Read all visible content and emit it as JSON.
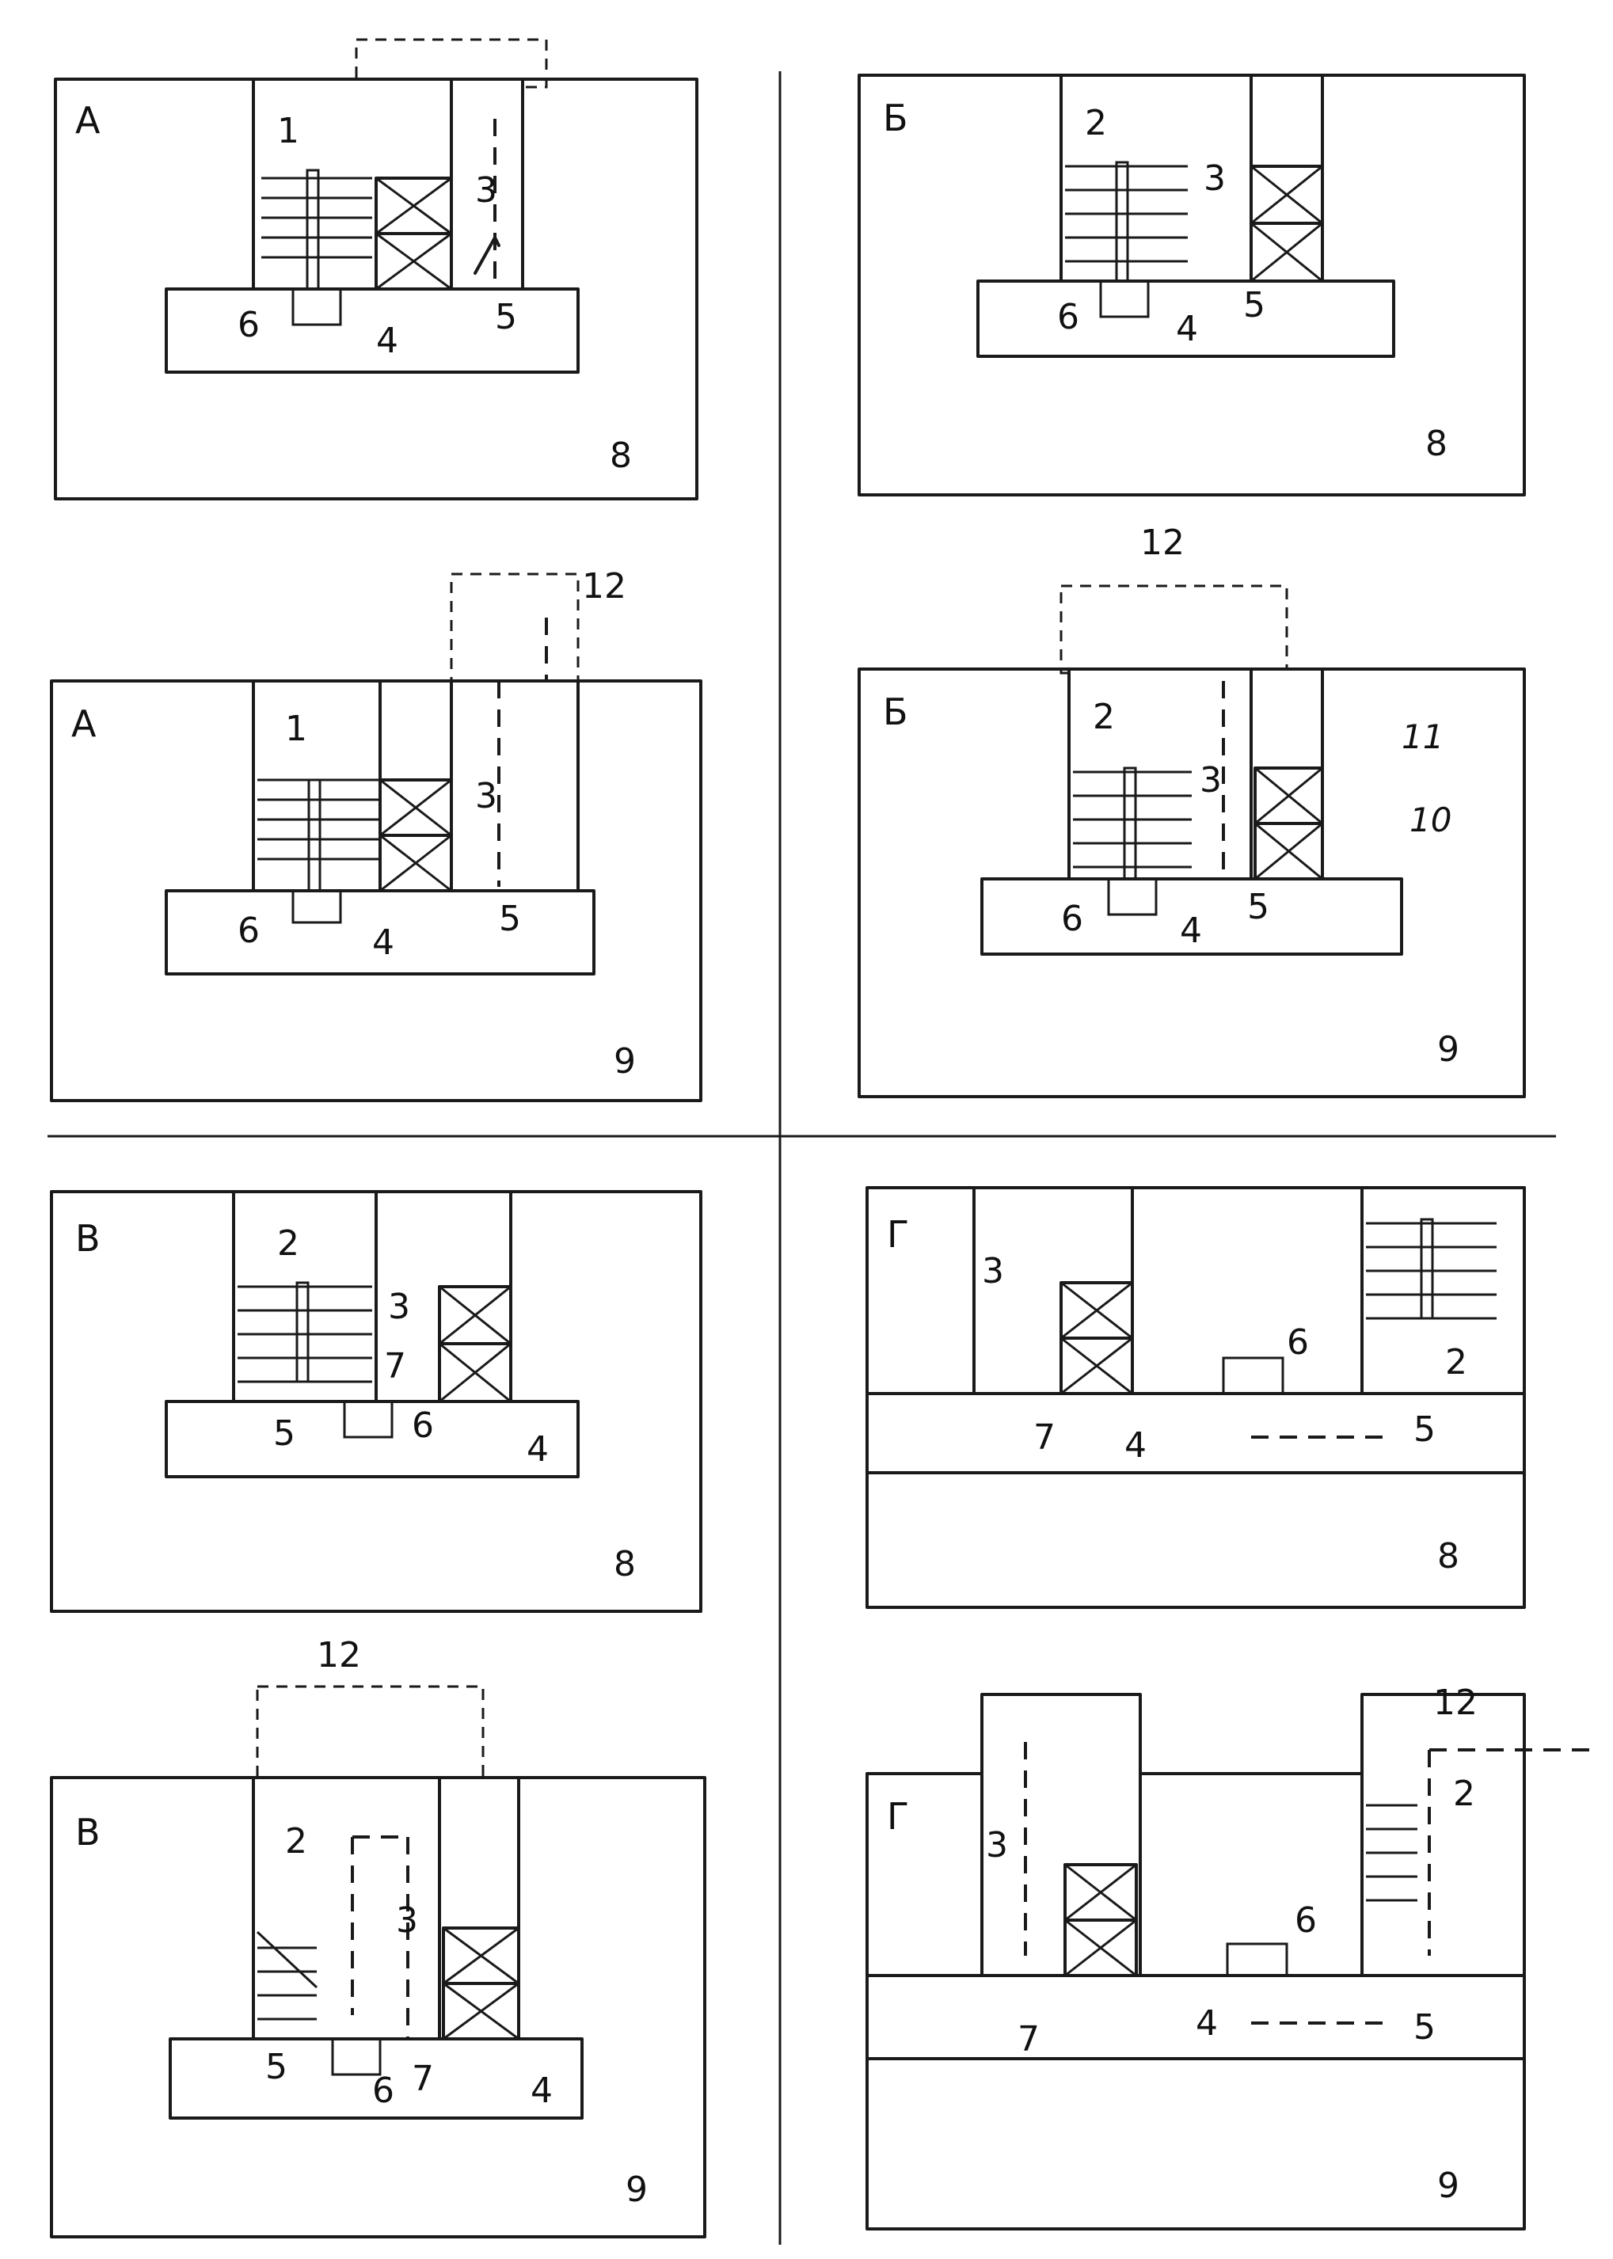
{
  "panels": [
    {
      "id": "A-top",
      "letter": "А",
      "site": "8",
      "labels": {
        "n1": "1",
        "n3": "3",
        "n4": "4",
        "n5": "5",
        "n6": "6"
      }
    },
    {
      "id": "B-top",
      "letter": "Б",
      "site": "8",
      "labels": {
        "n2": "2",
        "n3": "3",
        "n4": "4",
        "n5": "5",
        "n6": "6"
      }
    },
    {
      "id": "A-bottom",
      "letter": "А",
      "site": "9",
      "labels": {
        "n1": "1",
        "n3": "3",
        "n4": "4",
        "n5": "5",
        "n6": "6",
        "n12": "12"
      }
    },
    {
      "id": "B-bottom",
      "letter": "Б",
      "site": "9",
      "labels": {
        "n2": "2",
        "n3": "3",
        "n4": "4",
        "n5": "5",
        "n6": "6",
        "n10": "10",
        "n11": "11",
        "n12": "12"
      }
    },
    {
      "id": "V-top",
      "letter": "В",
      "site": "8",
      "labels": {
        "n2": "2",
        "n3": "3",
        "n4": "4",
        "n5": "5",
        "n6": "6",
        "n7": "7"
      }
    },
    {
      "id": "G-top",
      "letter": "Г",
      "site": "8",
      "labels": {
        "n2": "2",
        "n3": "3",
        "n4": "4",
        "n5": "5",
        "n6": "6",
        "n7": "7"
      }
    },
    {
      "id": "V-bottom",
      "letter": "В",
      "site": "9",
      "labels": {
        "n2": "2",
        "n3": "3",
        "n4": "4",
        "n5": "5",
        "n6": "6",
        "n7": "7",
        "n12": "12"
      }
    },
    {
      "id": "G-bottom",
      "letter": "Г",
      "site": "9",
      "labels": {
        "n2": "2",
        "n3": "3",
        "n4": "4",
        "n5": "5",
        "n6": "6",
        "n7": "7",
        "n12": "12"
      }
    }
  ]
}
